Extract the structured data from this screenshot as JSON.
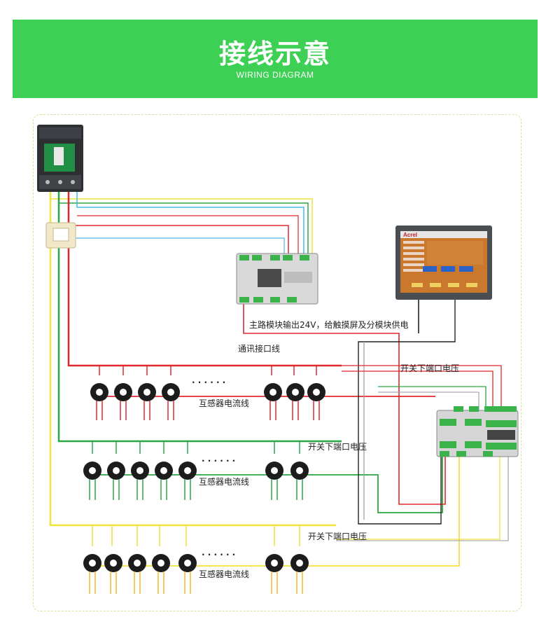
{
  "header": {
    "title": "接线示意",
    "subtitle": "WIRING DIAGRAM"
  },
  "labels": {
    "supply": "主路模块输出24V，给触摸屏及分模块供电",
    "comm": "通讯接口线",
    "voltage_1": "开关下端口电压",
    "voltage_2": "开关下端口电压",
    "voltage_3": "开关下端口电压",
    "ct_line_1": "互感器电流线",
    "ct_line_2": "互感器电流线",
    "ct_line_3": "互感器电流线",
    "dots_1": "· · · · · ·",
    "dots_2": "· · · · · ·",
    "dots_3": "· · · · · ·",
    "screen_brand": "Acrel"
  },
  "colors": {
    "banner": "#3ecf55",
    "red": "#e0282e",
    "green": "#2aa843",
    "yellow": "#f2e23a",
    "blue": "#49b7ea",
    "black": "#222222",
    "gray": "#9a9a9a"
  },
  "icons": {
    "breaker": "circuit-breaker-icon",
    "ct": "current-transformer-icon",
    "main_module": "main-meter-module-icon",
    "sub_module": "sub-meter-module-icon",
    "screen": "touch-screen-icon"
  }
}
